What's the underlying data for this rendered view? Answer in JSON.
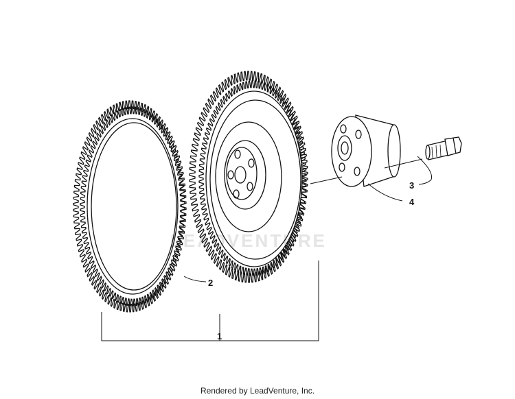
{
  "callouts": {
    "c1": "1",
    "c2": "2",
    "c3": "3",
    "c4": "4"
  },
  "watermark": "LEADVENTURE",
  "footer": "Rendered by LeadVenture, Inc.",
  "parts": {
    "ring_gear_teeth": 110,
    "flywheel_teeth": 110
  }
}
